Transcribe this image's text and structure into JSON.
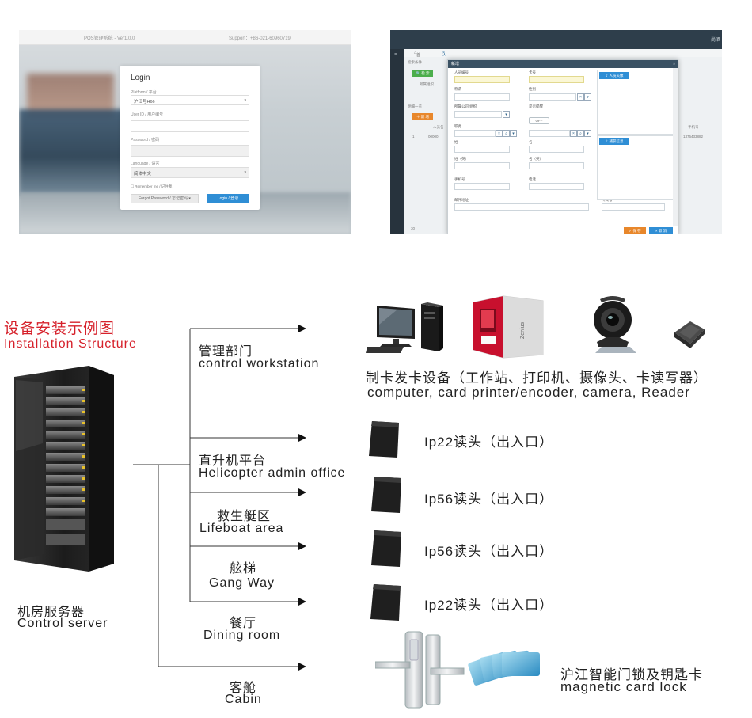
{
  "login_screen": {
    "topbar_title": "POS管理系统 - Ver1.0.0",
    "topbar_support": "Support：+86-021-60960719",
    "heading": "Login",
    "platform_label": "Platform / 平台",
    "platform_value": "沪江号H66",
    "user_label": "User ID / 用户编号",
    "password_label": "Password / 密码",
    "language_label": "Language / 语言",
    "language_value": "简体中文",
    "remember_label": "Remember me / 记住我",
    "forgot_button": "Forgot Password / 忘记密码 ▾",
    "login_button": "Login / 登录"
  },
  "admin_screen": {
    "brand": "尚酒",
    "tab_home": "首页",
    "tab_personnel": "人员信息",
    "search_label": "检索条件",
    "query_button": "检 索",
    "org_label": "所属组织",
    "list_label": "明细一览",
    "add_button": "新 增",
    "row_label": "人员名",
    "row_number": "1",
    "row_code": "00000",
    "mobile_header": "手机号",
    "mobile_value": "1376433882",
    "page_size": "30",
    "modal": {
      "title": "新增",
      "close": "×",
      "fields": {
        "person_no": "人员编号",
        "card_no": "卡号",
        "title": "称谓",
        "gender": "性别",
        "company": "所属公司/组织",
        "show_reminder": "是否提醒",
        "position": "职务",
        "surname": "姓",
        "given_name": "名",
        "surname_en": "姓（英）",
        "given_name_en": "名（英）",
        "mobile": "手机号",
        "phone": "电话",
        "email": "邮件地址",
        "fax": "传真号"
      },
      "toggle": "OFF",
      "photo_button": "人员头像",
      "capture_button": "捕获信息",
      "save_button": "保 存",
      "cancel_button": "取 消"
    }
  },
  "diagram": {
    "title_cn": "设备安装示例图",
    "title_en": "Installation Structure",
    "server_cn": "机房服务器",
    "server_en": "Control server",
    "branches": [
      {
        "cn": "管理部门",
        "en": "control workstation"
      },
      {
        "cn": "直升机平台",
        "en": "Helicopter admin office"
      },
      {
        "cn": "救生艇区",
        "en": "Lifeboat area"
      },
      {
        "cn": "舷梯",
        "en": "Gang Way"
      },
      {
        "cn": "餐厅",
        "en": "Dining room"
      },
      {
        "cn": "客舱",
        "en": "Cabin"
      }
    ],
    "devices": {
      "workstation_cn": "制卡发卡设备（工作站、打印机、摄像头、卡读写器）",
      "workstation_en": "computer, card printer/encoder, camera, Reader",
      "reader1": "Ip22读头（出入口）",
      "reader2": "Ip56读头（出入口）",
      "reader3": "Ip56读头（出入口）",
      "reader4": "Ip22读头（出入口）",
      "lock_cn": "沪江智能门锁及钥匙卡",
      "lock_en": "magnetic card lock"
    },
    "printer_brand": "Zenius"
  }
}
